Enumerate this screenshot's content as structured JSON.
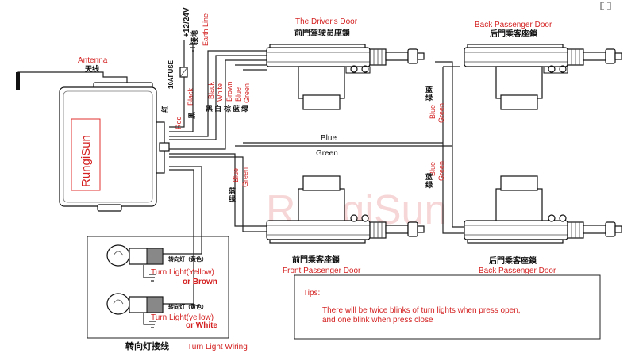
{
  "toolbar": {
    "fullscreen_icon": "expand-icon"
  },
  "watermark": "RungiSun",
  "control_box": {
    "brand": "RungiSun"
  },
  "antenna": {
    "label": "Antenna",
    "label_cn": "天线"
  },
  "power": {
    "voltage": "+12/24V",
    "earth_cn": "接地",
    "earth": "Earth Line",
    "fuse": "10AFUSE"
  },
  "box_wires": [
    {
      "en": "Red",
      "cn": "红"
    },
    {
      "en": "Black",
      "cn": "黑"
    }
  ],
  "driver_wires": [
    {
      "en": "Black",
      "cn": "黑"
    },
    {
      "en": "White",
      "cn": "白"
    },
    {
      "en": "Brown",
      "cn": "棕"
    },
    {
      "en": "Blue",
      "cn": "蓝"
    },
    {
      "en": "Green",
      "cn": "绿"
    }
  ],
  "bus": {
    "blue": "Blue",
    "green": "Green"
  },
  "vertical_labels": {
    "back_upper": {
      "blue": "Blue",
      "green": "Green",
      "cn_blue": "蓝",
      "cn_green": "绿"
    },
    "back_lower": {
      "blue": "Blue",
      "green": "Green",
      "cn_blue": "蓝",
      "cn_green": "绿"
    },
    "front_lower": {
      "blue": "Blue",
      "green": "Green",
      "cn_blue": "蓝",
      "cn_green": "绿"
    }
  },
  "doors": {
    "driver": {
      "en": "The Driver's Door",
      "cn": "前門驾驶员座鎖"
    },
    "back_top": {
      "en": "Back Passenger Door",
      "cn": "后門乘客座鎖"
    },
    "front_passenger": {
      "cn": "前門乘客座鎖",
      "en": "Front Passenger Door"
    },
    "back_bottom": {
      "cn": "后門乘客座鎖",
      "en": "Back Passenger Door"
    }
  },
  "turn_lights": [
    {
      "cn": "转向灯（黄色）",
      "en": "Turn Light(Yellow)",
      "alt": "or Brown"
    },
    {
      "cn": "转向灯（黄色）",
      "en": "Turn Light(yellow)",
      "alt": "or White"
    }
  ],
  "turn_wiring": {
    "cn": "转向灯接线",
    "en": "Turn Light Wiring"
  },
  "tips": {
    "title": "Tips:",
    "line1": "There will be twice blinks of turn lights when press open,",
    "line2": "and one blink when press close"
  }
}
